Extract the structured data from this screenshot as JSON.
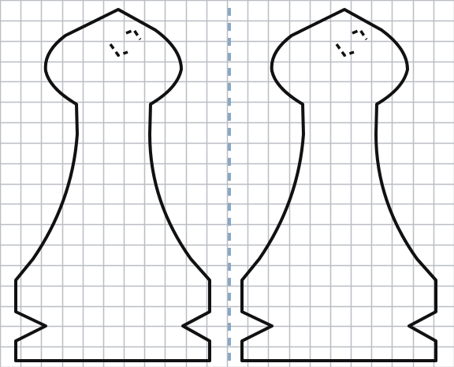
{
  "figure": {
    "description_kind": "symmetry-grid-drawing",
    "grid": {
      "columns": 22,
      "rows": 18,
      "line_color": "#b9bec4"
    },
    "axis": {
      "style": "dashed",
      "color": "#8aa8c4"
    },
    "shapes": [
      {
        "name": "left-shape",
        "stroke_color": "#111111"
      },
      {
        "name": "right-shape",
        "stroke_color": "#111111"
      }
    ],
    "relationship": "translation"
  }
}
